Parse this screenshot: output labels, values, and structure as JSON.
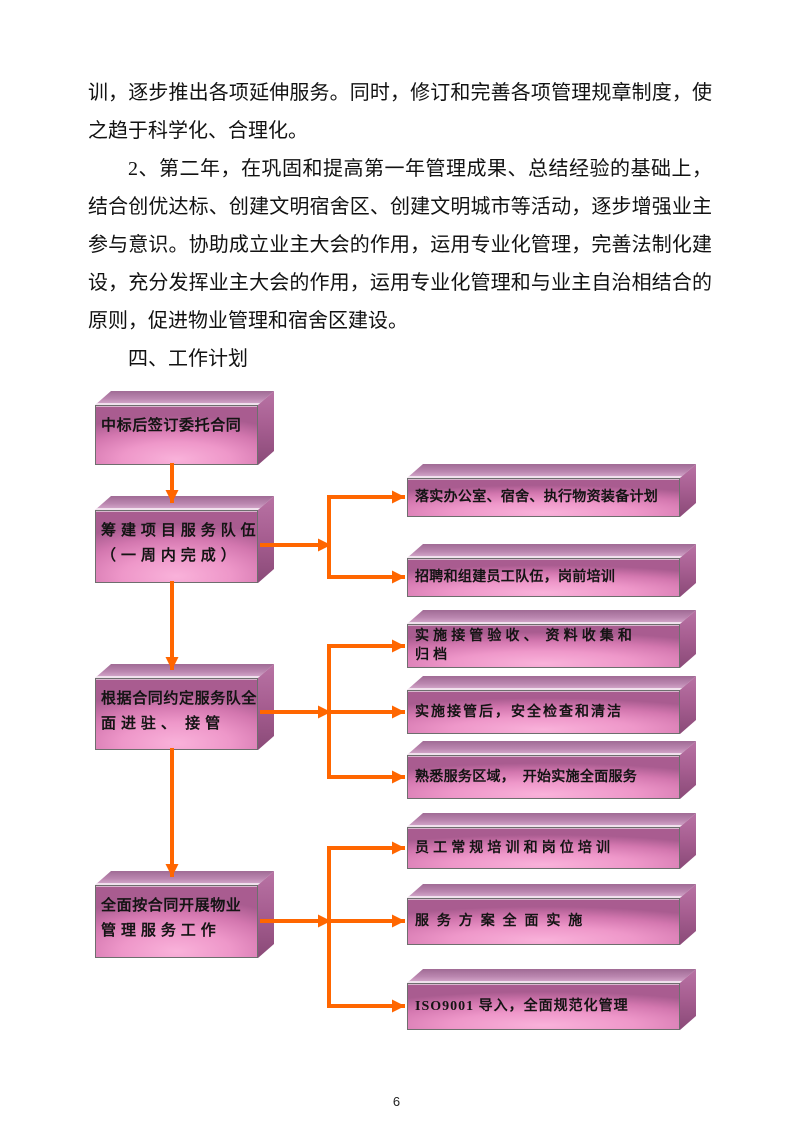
{
  "page": {
    "number": "6"
  },
  "document": {
    "paragraphs": [
      "训，逐步推出各项延伸服务。同时，修订和完善各项管理规章制度，使之趋于科学化、合理化。",
      "2、第二年，在巩固和提高第一年管理成果、总结经验的基础上，结合创优达标、创建文明宿舍区、创建文明城市等活动，逐步增强业主参与意识。协助成立业主大会的作用，运用专业化管理，完善法制化建设，充分发挥业主大会的作用，运用专业化管理和与业主自治相结合的原则，促进物业管理和宿舍区建设。",
      "四、工作计划"
    ]
  },
  "flowchart": {
    "left_boxes": [
      {
        "lines": [
          "中标后签订委托合同"
        ]
      },
      {
        "lines": [
          "筹 建 项 目 服 务 队 伍",
          "（ 一 周 内 完 成 ）"
        ]
      },
      {
        "lines": [
          "根据合同约定服务队全",
          "面 进 驻 、  接 管"
        ]
      },
      {
        "lines": [
          "全面按合同开展物业",
          "管 理 服 务 工 作"
        ]
      }
    ],
    "right_boxes": [
      {
        "lines": [
          "落实办公室、宿舍、执行物资装备计划"
        ]
      },
      {
        "lines": [
          "招聘和组建员工队伍，岗前培训"
        ]
      },
      {
        "lines": [
          "实 施 接 管 验 收 、  资 料 收 集 和",
          "归 档"
        ]
      },
      {
        "lines": [
          "实施接管后，安全检查和清洁"
        ]
      },
      {
        "lines": [
          "熟悉服务区域，  开始实施全面服务"
        ]
      },
      {
        "lines": [
          "员 工 常 规 培 训 和 岗 位 培 训"
        ]
      },
      {
        "lines": [
          "服  务  方  案  全  面  实  施"
        ]
      },
      {
        "lines": [
          "ISO9001 导入，全面规范化管理"
        ]
      }
    ],
    "colors": {
      "box_face_light": "#f9b2da",
      "box_face_dark": "#a95c90",
      "box_top_face": "#c794bb",
      "box_side_face": "#a85f92",
      "arrow": "#ff6600",
      "text": "#141414"
    }
  }
}
